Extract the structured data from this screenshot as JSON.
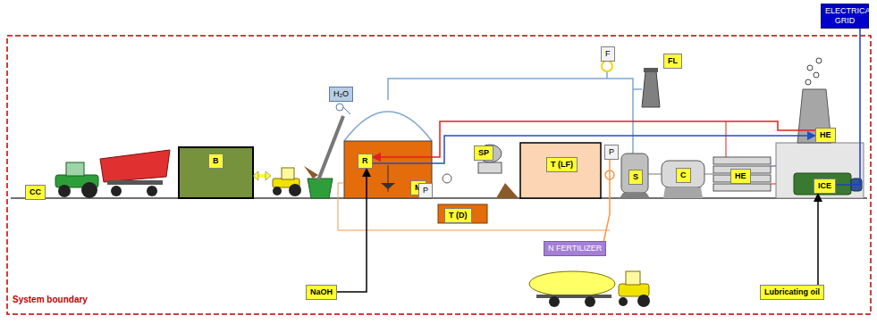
{
  "diagram": {
    "nodes": [
      {
        "text": [
          "CC"
        ]
      },
      {
        "text": [
          "B"
        ]
      },
      {
        "text": [
          "H₂O"
        ]
      },
      {
        "text": [
          "R"
        ]
      },
      {
        "text": [
          "M"
        ]
      },
      {
        "text": [
          "SP"
        ]
      },
      {
        "text": [
          "P"
        ]
      },
      {
        "text": [
          "T (D)"
        ]
      },
      {
        "text": [
          "T (LF)"
        ]
      },
      {
        "text": [
          "F"
        ]
      },
      {
        "text": [
          "FL"
        ]
      },
      {
        "text": [
          "P"
        ]
      },
      {
        "text": [
          "S"
        ]
      },
      {
        "text": [
          "C"
        ]
      },
      {
        "text": [
          "HE"
        ]
      },
      {
        "text": [
          "HE"
        ]
      },
      {
        "text": [
          "ICE"
        ]
      },
      {
        "text": [
          "ELECTRICAL GRID"
        ]
      },
      {
        "text": [
          "N FERTILIZER"
        ]
      },
      {
        "text": [
          "NaOH"
        ]
      },
      {
        "text": [
          "Lubricating oil"
        ]
      }
    ],
    "edges": [
      {
        "from": 19,
        "to": 3,
        "arrow": "to"
      },
      {
        "from": 20,
        "to": 16,
        "arrow": "to"
      },
      {
        "from": 16,
        "to": 17,
        "arrow": "none"
      },
      {
        "from": 15,
        "to": 3,
        "arrow": "to"
      },
      {
        "from": 3,
        "to": 15,
        "arrow": "to"
      },
      {
        "from": 11,
        "to": 18,
        "arrow": "none"
      }
    ],
    "labels": [
      "System boundary"
    ]
  }
}
